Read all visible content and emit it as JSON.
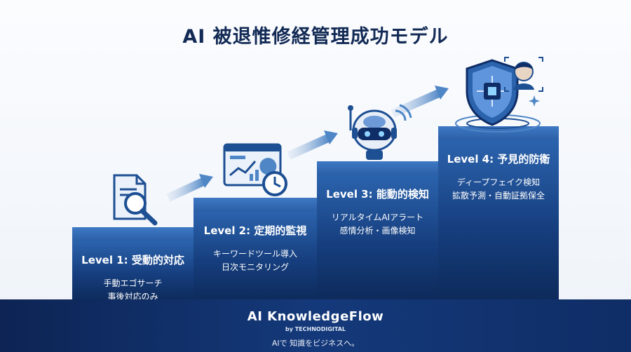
{
  "title": "AI 被退惟修経管理成功モデル",
  "steps": [
    {
      "heading": "Level 1: 受動的対応",
      "lines": [
        "手動エゴサーチ",
        "事後対応のみ"
      ]
    },
    {
      "heading": "Level 2: 定期的監視",
      "lines": [
        "キーワードツール導入",
        "日次モニタリング"
      ]
    },
    {
      "heading": "Level 3: 能動的検知",
      "lines": [
        "リアルタイムAIアラート",
        "感情分析・画像検知"
      ]
    },
    {
      "heading": "Level 4: 予見的防衛",
      "lines": [
        "ディープフェイク検知",
        "拡散予測・自動証拠保全"
      ]
    }
  ],
  "icons": [
    "document-search-icon",
    "dashboard-clock-icon",
    "robot-icon",
    "shield-face-icon"
  ],
  "colors": {
    "navy": "#122a55",
    "step_blue": "#2b63ad",
    "accent": "#4f86c6"
  },
  "footer": {
    "brand": "AI KnowledgeFlow",
    "by": "by TECHNODIGITAL",
    "tagline": "AIで 知識をビジネスへ。"
  }
}
